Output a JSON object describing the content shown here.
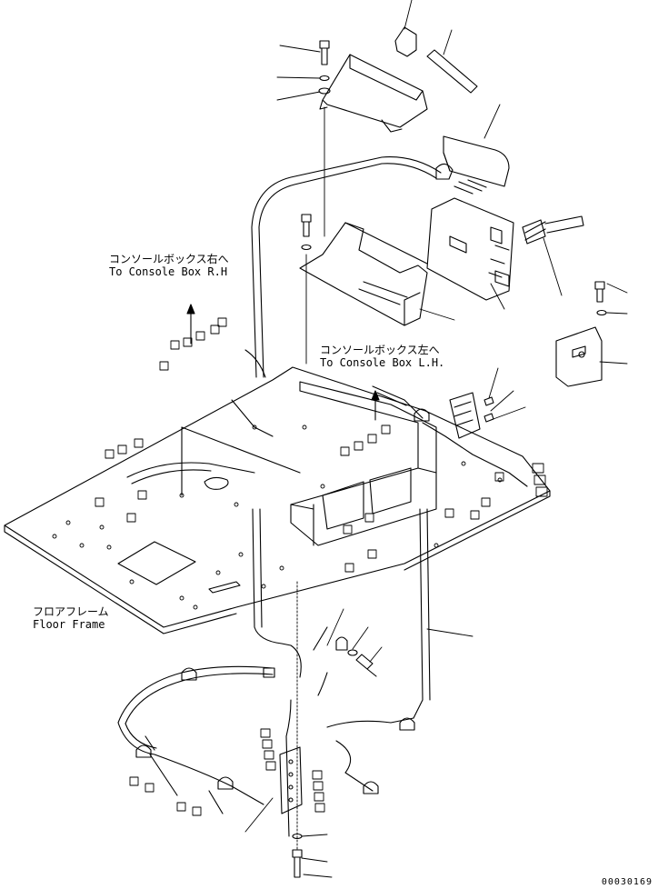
{
  "labels": {
    "console_rh": {
      "jp": "コンソールボックス右へ",
      "en": "To Console Box R.H"
    },
    "console_lh": {
      "jp": "コンソールボックス左へ",
      "en": "To Console Box L.H."
    },
    "floor_frame": {
      "jp": "フロアフレーム",
      "en": "Floor Frame"
    }
  },
  "document_number": "00030169",
  "colors": {
    "line": "#000000",
    "background": "#ffffff"
  }
}
